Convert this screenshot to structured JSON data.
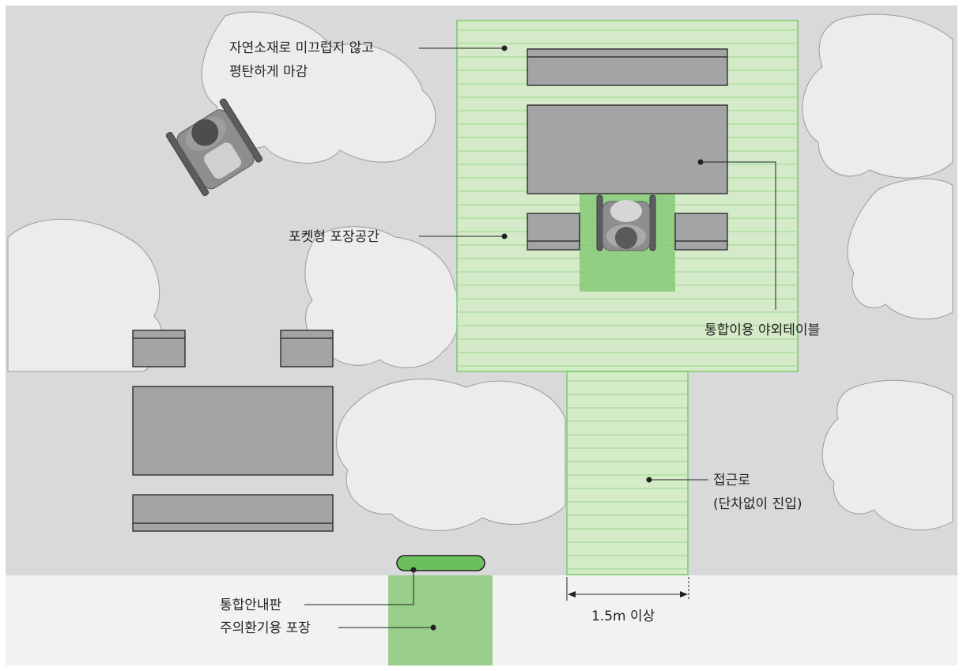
{
  "colors": {
    "ground": "#d9d9db",
    "path_strip": "#f2f2f2",
    "tree": "#ececed",
    "tree_outline": "#9a9a9c",
    "deck_fill": "#d4ecc8",
    "deck_line": "#78c96a",
    "warning_paving": "#99cf8a",
    "furniture": "#a4a4a7",
    "sign": "#6cc05c",
    "leader": "#222222"
  },
  "labels": {
    "surface_line1": "자연소재로 미끄럽지 않고",
    "surface_line2": "평탄하게 마감",
    "pocket_paving": "포켓형 포장공간",
    "table": "통합이용 야외테이블",
    "access_line1": "접근로",
    "access_line2": "(단차없이 진입)",
    "info_sign": "통합안내판",
    "warning_paving": "주의환기용 포장",
    "width_dimension": "1.5m 이상"
  },
  "icons": {
    "person_top": "wheelchair-user-icon",
    "person_table": "wheelchair-user-icon"
  }
}
